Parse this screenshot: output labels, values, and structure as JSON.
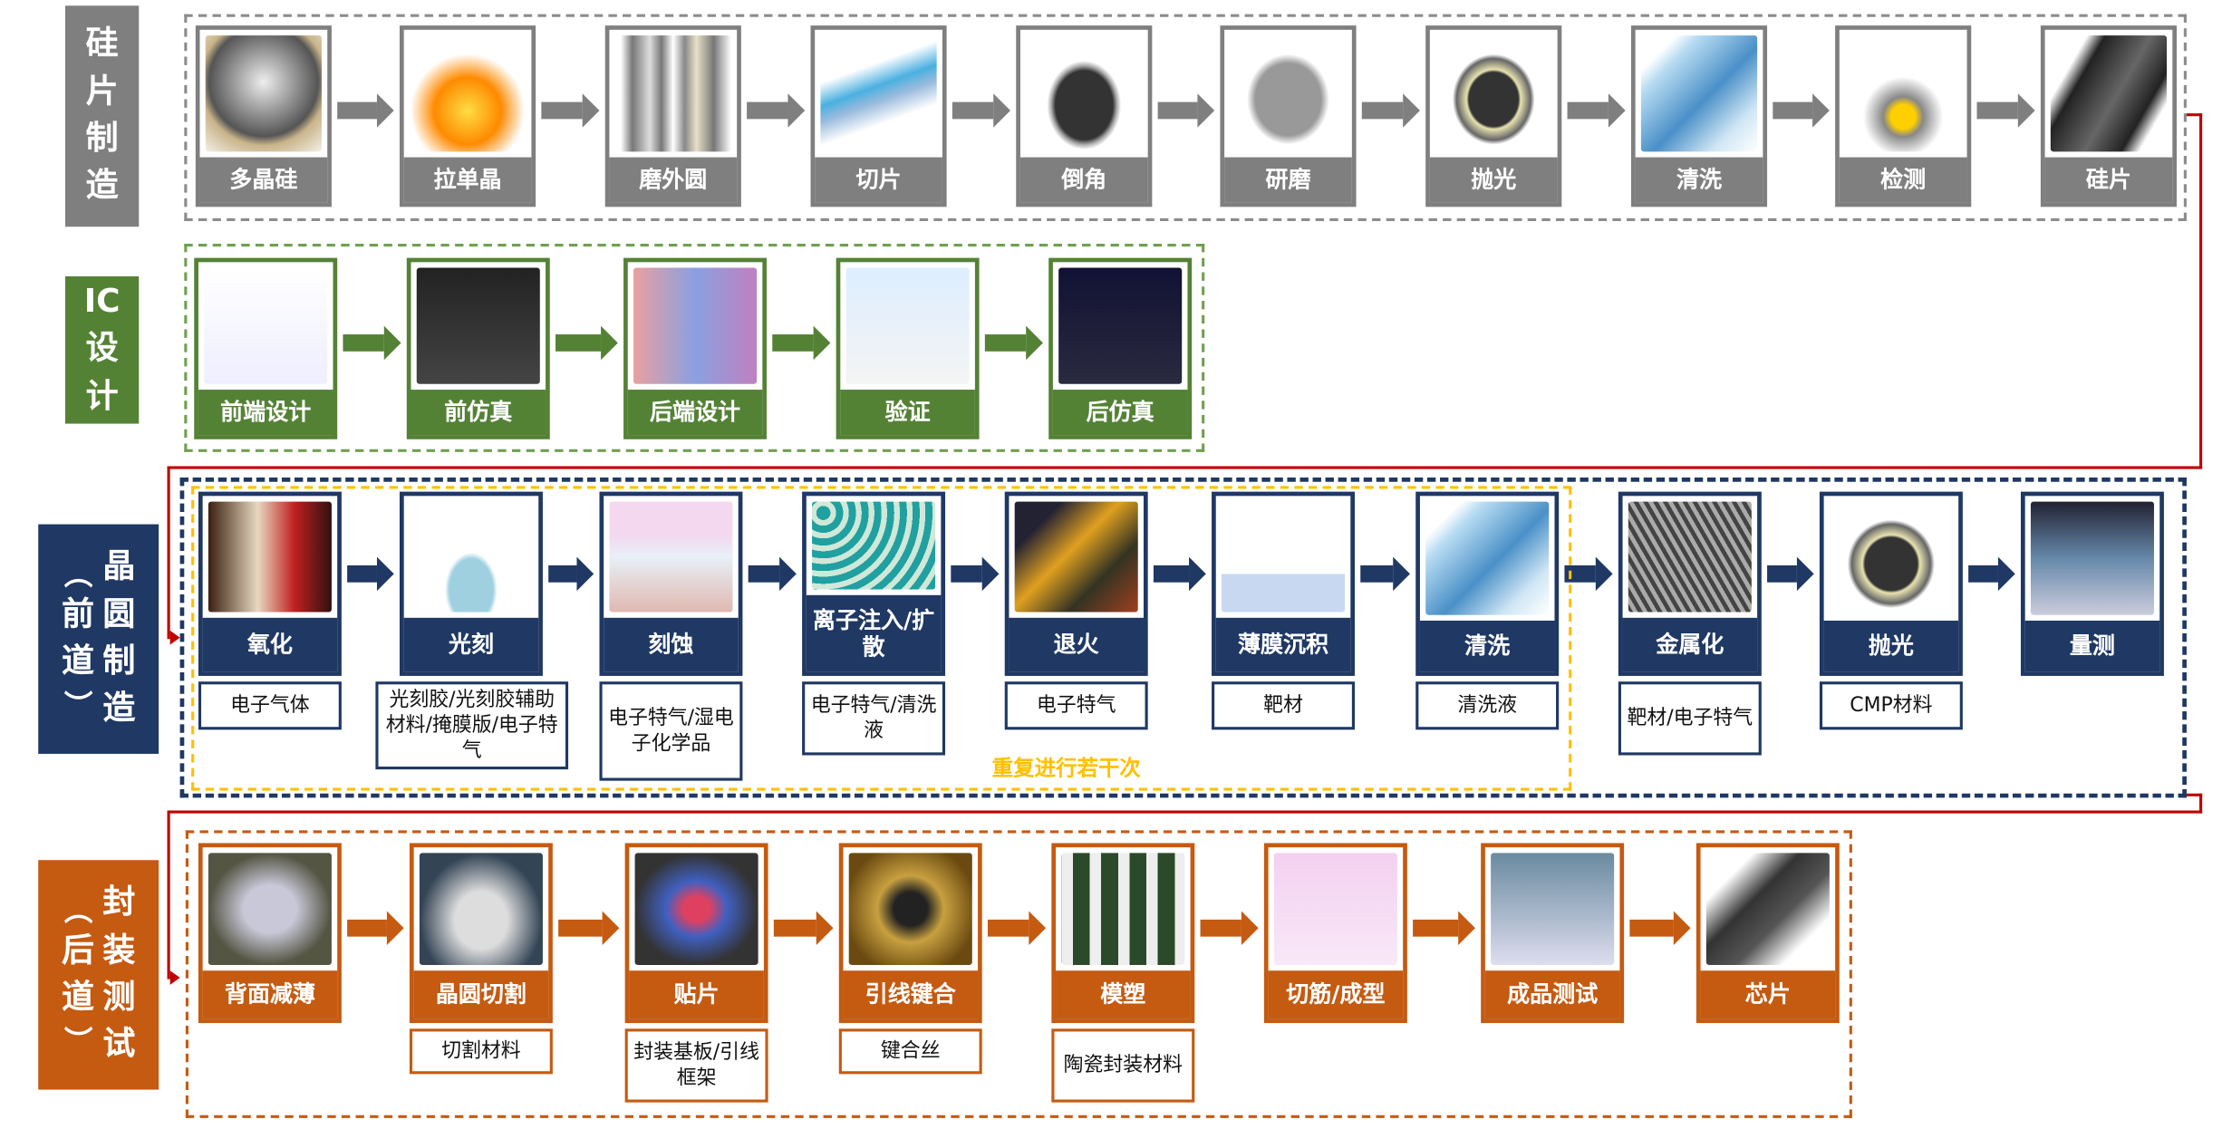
{
  "colors": {
    "wafer": "#7f7f7f",
    "ic": "#548235",
    "front": "#1f3864",
    "back": "#c55a11",
    "connector": "#c00000",
    "repeat": "#ffc000"
  },
  "rows": [
    {
      "id": "wafer",
      "label": [
        "硅",
        "片",
        "制",
        "造"
      ],
      "steps": [
        {
          "label": "多晶硅"
        },
        {
          "label": "拉单晶"
        },
        {
          "label": "磨外圆"
        },
        {
          "label": "切片"
        },
        {
          "label": "倒角"
        },
        {
          "label": "研磨"
        },
        {
          "label": "抛光"
        },
        {
          "label": "清洗"
        },
        {
          "label": "检测"
        },
        {
          "label": "硅片"
        }
      ]
    },
    {
      "id": "ic",
      "label": [
        "IC",
        "设",
        "计"
      ],
      "steps": [
        {
          "label": "前端设计"
        },
        {
          "label": "前仿真"
        },
        {
          "label": "后端设计"
        },
        {
          "label": "验证"
        },
        {
          "label": "后仿真"
        }
      ]
    },
    {
      "id": "front",
      "label": [
        "晶",
        "圆",
        "制",
        "造"
      ],
      "sublabel": [
        "（",
        "前",
        "道",
        "）"
      ],
      "repeat_note": "重复进行若干次",
      "steps": [
        {
          "label": "氧化",
          "material": "电子气体"
        },
        {
          "label": "光刻",
          "material": "光刻胶/光刻胶辅助材料/掩膜版/电子特气"
        },
        {
          "label": "刻蚀",
          "material": "电子特气/湿电子化学品"
        },
        {
          "label": "离子注入/扩散",
          "material": "电子特气/清洗液"
        },
        {
          "label": "退火",
          "material": "电子特气"
        },
        {
          "label": "薄膜沉积",
          "material": "靶材"
        },
        {
          "label": "清洗",
          "material": "清洗液"
        },
        {
          "label": "金属化",
          "material": "靶材/电子特气"
        },
        {
          "label": "抛光",
          "material": "CMP材料"
        },
        {
          "label": "量测"
        }
      ]
    },
    {
      "id": "back",
      "label": [
        "封",
        "装",
        "测",
        "试"
      ],
      "sublabel": [
        "（",
        "后",
        "道",
        "）"
      ],
      "steps": [
        {
          "label": "背面减薄"
        },
        {
          "label": "晶圆切割",
          "material": "切割材料"
        },
        {
          "label": "贴片",
          "material": "封装基板/引线框架"
        },
        {
          "label": "引线键合",
          "material": "键合丝"
        },
        {
          "label": "模塑",
          "material": "陶瓷封装材料"
        },
        {
          "label": "切筋/成型"
        },
        {
          "label": "成品测试"
        },
        {
          "label": "芯片"
        }
      ]
    }
  ]
}
